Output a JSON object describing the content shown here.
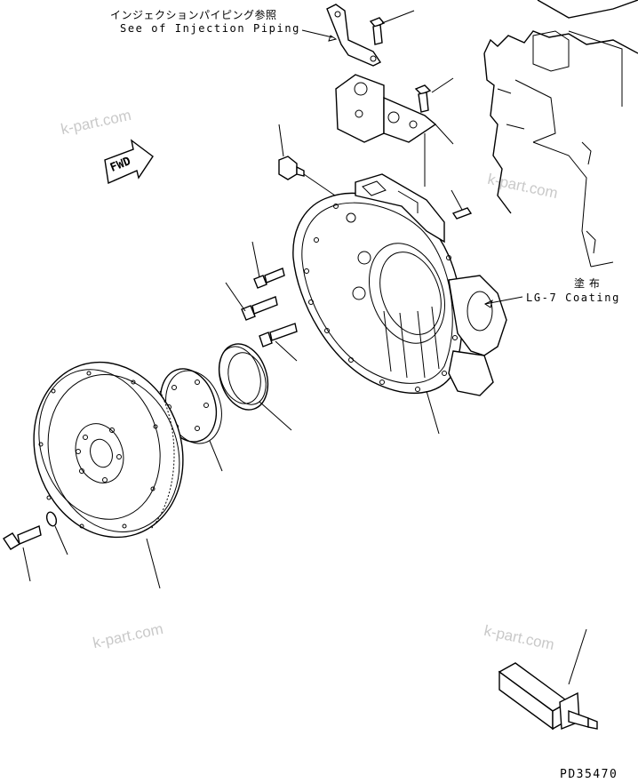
{
  "callouts": {
    "injection_jp": "インジェクションパイピング参照",
    "injection_en": "See of Injection Piping",
    "coating_jp": "塗 布",
    "coating_en": "LG-7 Coating"
  },
  "fwd_label": "FWD",
  "watermark": "k-part.com",
  "drawing_code": "PD35470"
}
